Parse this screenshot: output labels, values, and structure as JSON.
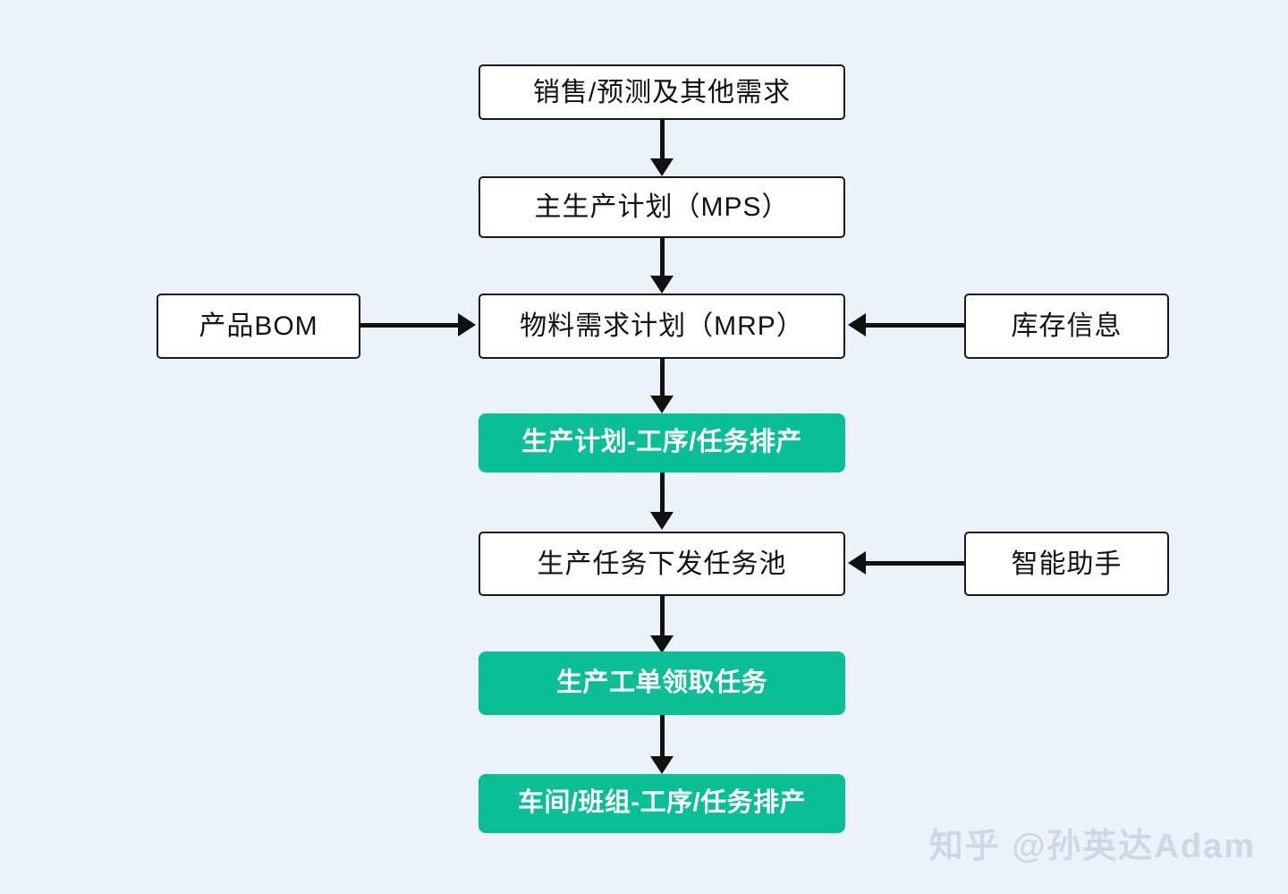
{
  "diagram": {
    "title_colors": {
      "background": "#ebf2fa",
      "node_fill_white": "#ffffff",
      "node_border": "#1a1a1a",
      "node_fill_accent": "#0abf96",
      "accent_text": "#ffffff",
      "connector": "#111111",
      "watermark": "#ccd8e6"
    },
    "nodes": [
      {
        "id": "demand",
        "label": "销售/预测及其他需求",
        "style": "white"
      },
      {
        "id": "mps",
        "label": "主生产计划（MPS）",
        "style": "white"
      },
      {
        "id": "bom",
        "label": "产品BOM",
        "style": "white"
      },
      {
        "id": "mrp",
        "label": "物料需求计划（MRP）",
        "style": "white"
      },
      {
        "id": "inventory",
        "label": "库存信息",
        "style": "white"
      },
      {
        "id": "plan-schedule",
        "label": "生产计划-工序/任务排产",
        "style": "green"
      },
      {
        "id": "task-pool",
        "label": "生产任务下发任务池",
        "style": "white"
      },
      {
        "id": "assistant",
        "label": "智能助手",
        "style": "white"
      },
      {
        "id": "workorder",
        "label": "生产工单领取任务",
        "style": "green"
      },
      {
        "id": "workshop",
        "label": "车间/班组-工序/任务排产",
        "style": "green"
      }
    ],
    "edges": [
      {
        "from": "demand",
        "to": "mps",
        "direction": "down"
      },
      {
        "from": "mps",
        "to": "mrp",
        "direction": "down"
      },
      {
        "from": "bom",
        "to": "mrp",
        "direction": "right"
      },
      {
        "from": "inventory",
        "to": "mrp",
        "direction": "left"
      },
      {
        "from": "mrp",
        "to": "plan-schedule",
        "direction": "down"
      },
      {
        "from": "plan-schedule",
        "to": "task-pool",
        "direction": "down"
      },
      {
        "from": "assistant",
        "to": "task-pool",
        "direction": "left"
      },
      {
        "from": "task-pool",
        "to": "workorder",
        "direction": "down"
      },
      {
        "from": "workorder",
        "to": "workshop",
        "direction": "down"
      }
    ]
  },
  "watermark": {
    "text": "知乎 @孙英达Adam"
  }
}
